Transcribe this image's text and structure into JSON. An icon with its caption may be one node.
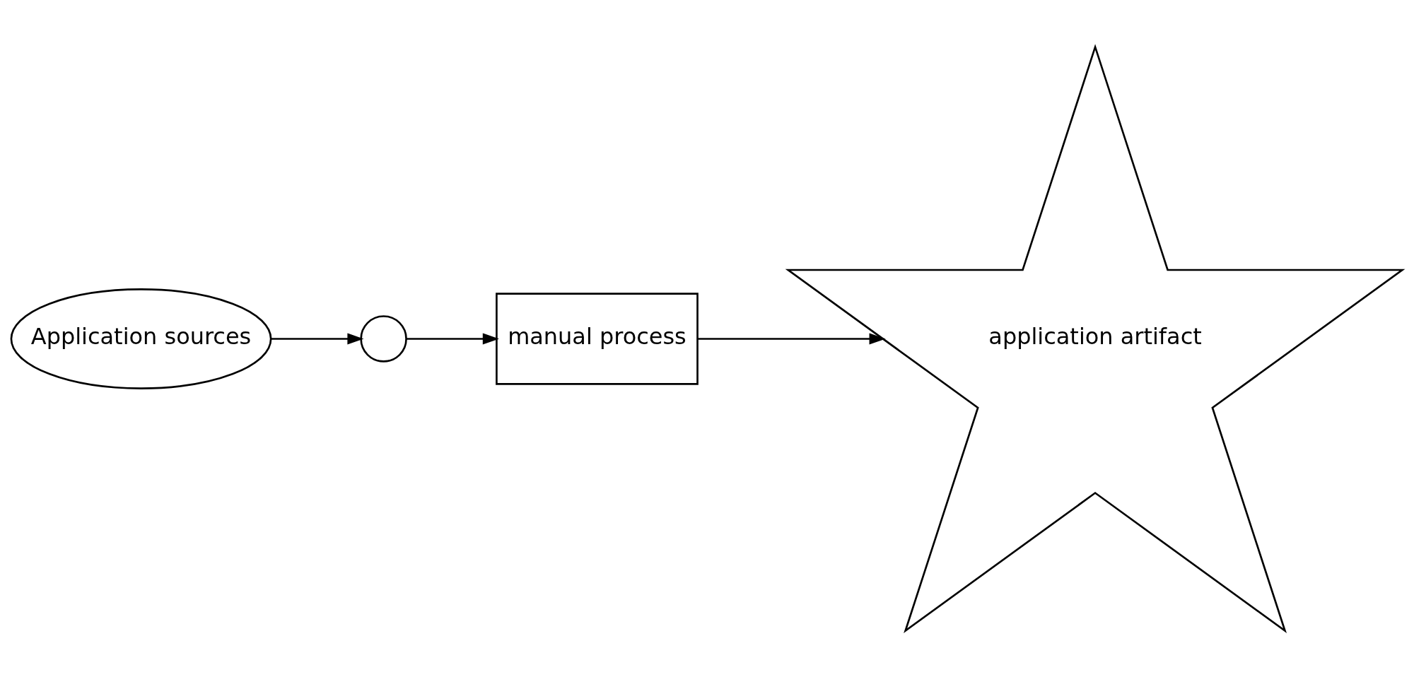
{
  "diagram": {
    "nodes": [
      {
        "text": [
          "Application sources"
        ]
      },
      {
        "text": [],
        "shape": "person"
      },
      {
        "text": [
          "manual process"
        ]
      },
      {
        "text": [
          "application artifact"
        ]
      }
    ],
    "edges": [
      {
        "from": 0,
        "to": 1,
        "arrow": "to"
      },
      {
        "from": 1,
        "to": 2,
        "arrow": "to"
      },
      {
        "from": 2,
        "to": 3,
        "arrow": "to"
      }
    ]
  }
}
